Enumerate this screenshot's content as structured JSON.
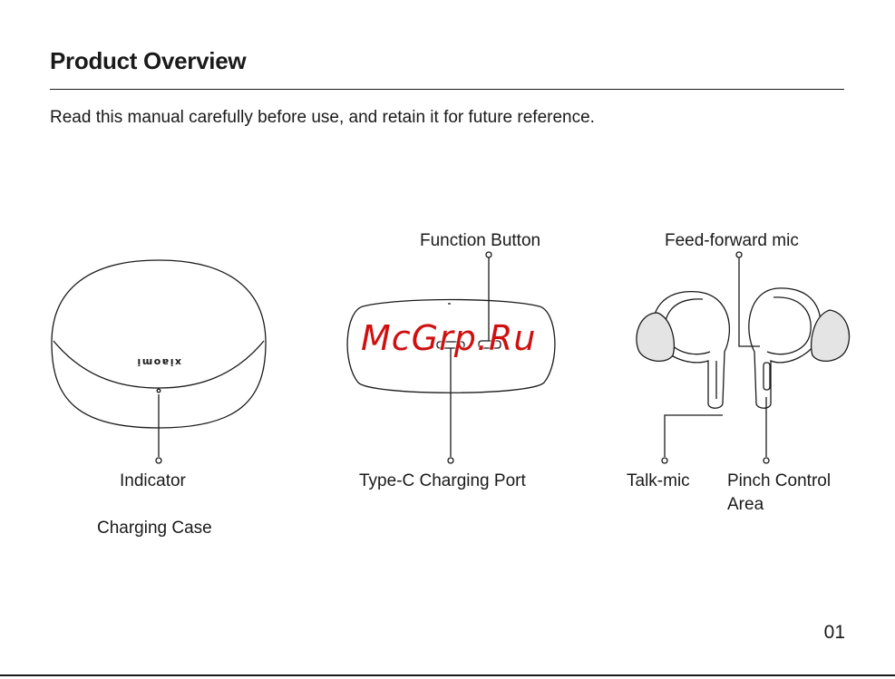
{
  "page": {
    "title": "Product Overview",
    "intro": "Read this manual carefully before use, and retain it for future reference.",
    "page_number": "01"
  },
  "case_view": {
    "brand_text": "xiaomi",
    "indicator_label": "Indicator",
    "caption": "Charging Case"
  },
  "case_side_view": {
    "function_button_label": "Function Button",
    "charging_port_label": "Type-C Charging Port"
  },
  "earbuds_view": {
    "feed_forward_mic_label": "Feed-forward mic",
    "talk_mic_label": "Talk-mic",
    "pinch_control_label": "Pinch Control Area"
  },
  "watermark": {
    "text": "McGrp.Ru",
    "color": "#d01010"
  }
}
